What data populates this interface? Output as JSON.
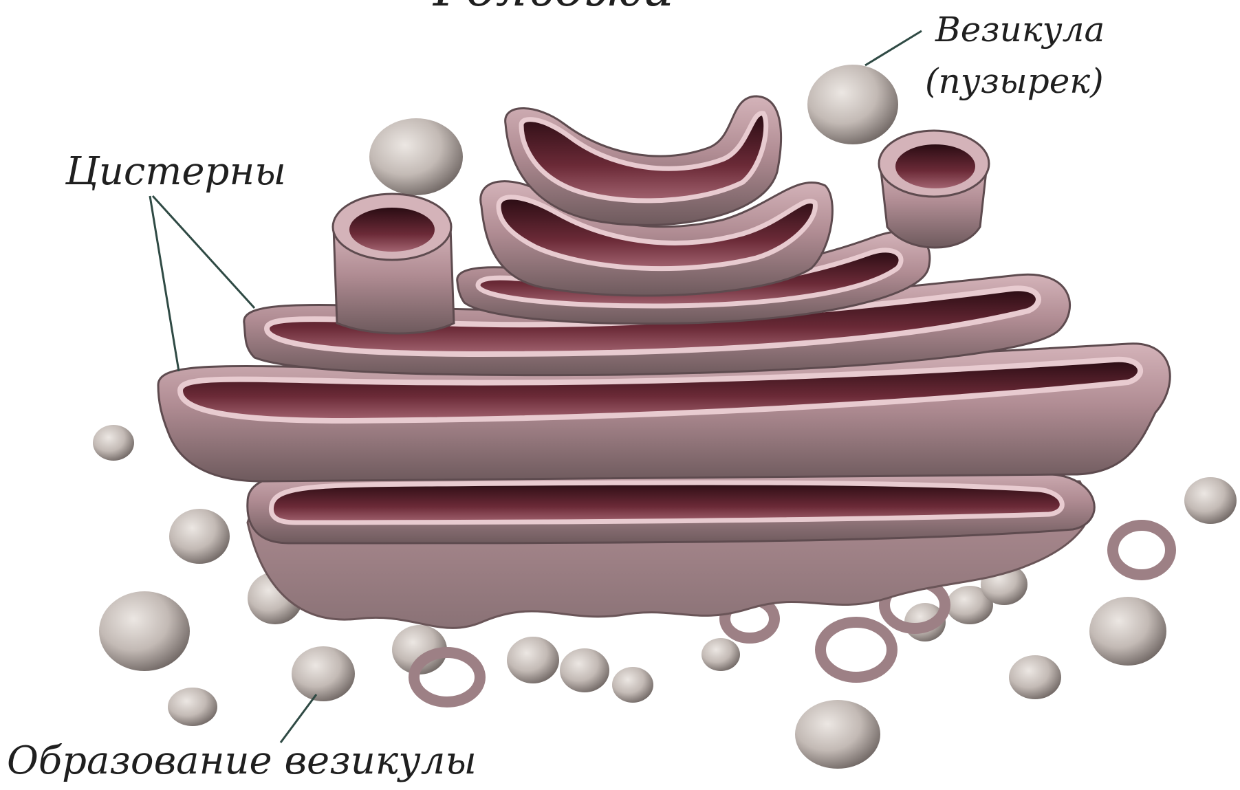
{
  "diagram": {
    "title": "Гольджи",
    "labels": {
      "vesicle": "Везикула",
      "vesicle_note": "(пузырек)",
      "cisternae": "Цистерны",
      "vesicle_formation": "Образование везикулы"
    },
    "colors": {
      "background": "#ffffff",
      "membrane": "#b48f97",
      "membrane_light": "#e8cbd0",
      "lumen": "#5e1f2c",
      "vesicle": "#bdb4af",
      "leader_line": "#2f4a44",
      "text": "#1f1f1f"
    }
  }
}
